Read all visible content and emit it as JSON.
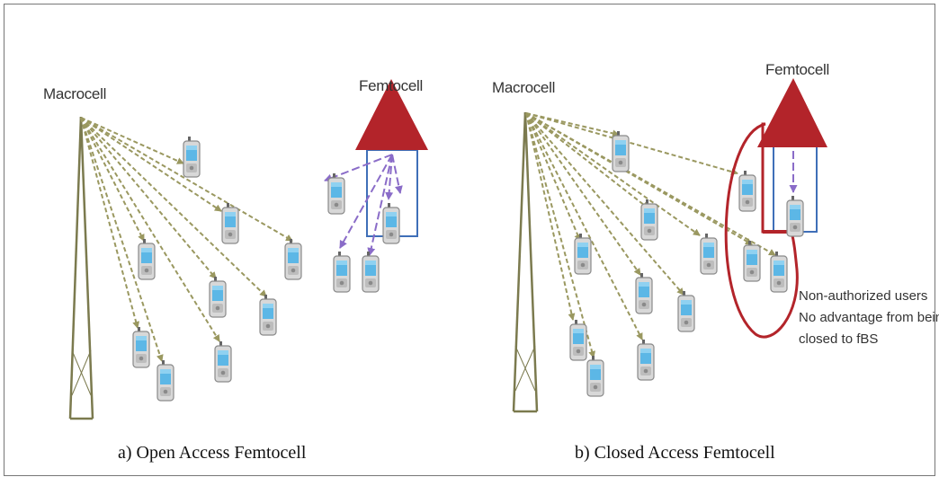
{
  "panels": {
    "left": {
      "macrocell_label": "Macrocell",
      "femtocell_label": "Femtocell",
      "caption": "a) Open Access Femtocell"
    },
    "right": {
      "macrocell_label": "Macrocell",
      "femtocell_label": "Femtocell",
      "caption": "b) Closed Access Femtocell",
      "note_lines": [
        "Non-authorized users",
        "No advantage from being",
        "closed to fBS"
      ]
    }
  },
  "colors": {
    "tower": "#7b7a4e",
    "macro_link": "#9a9860",
    "femto_link": "#8a6cc8",
    "roof": "#b3242a",
    "house_outline": "#3f6fb8",
    "highlight": "#b3242a"
  }
}
